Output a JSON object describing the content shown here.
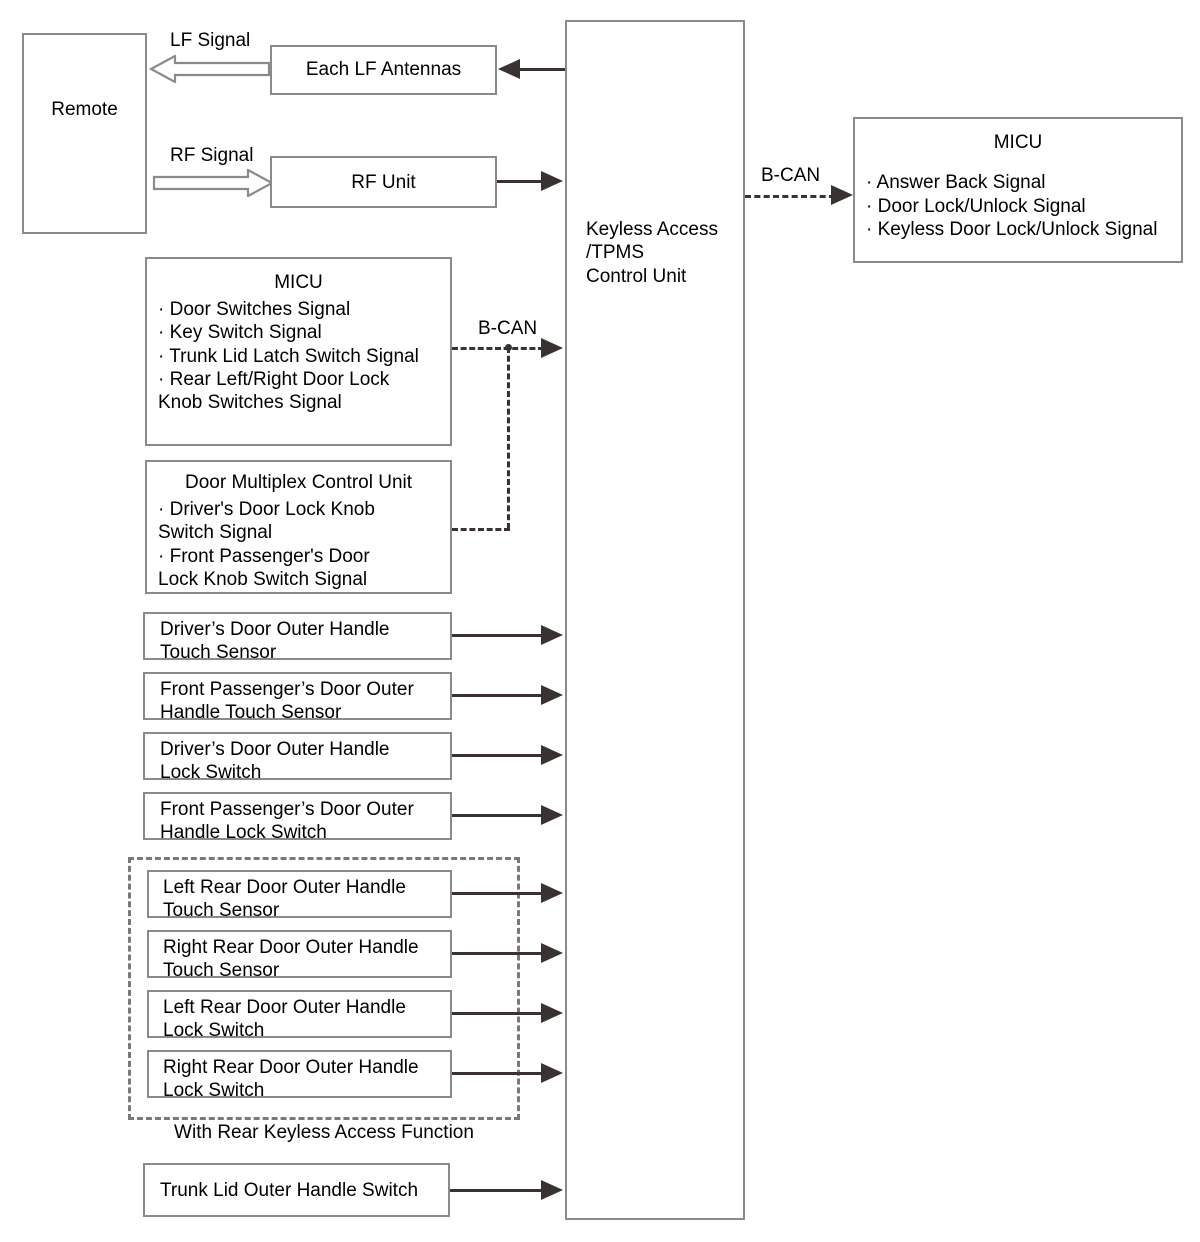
{
  "diagram": {
    "title": "Keyless Access System Block Diagram",
    "type": "block-diagram",
    "colors": {
      "box_border": "#8a8a8a",
      "line": "#3a3230",
      "dashed_group": "#7d7876",
      "background": "#ffffff"
    },
    "nodes": {
      "remote": {
        "label": "Remote"
      },
      "lf_antennas": {
        "label": "Each LF Antennas"
      },
      "rf_unit": {
        "label": "RF Unit"
      },
      "control_unit": {
        "label": "Keyless Access\n/TPMS\nControl Unit"
      },
      "micu_right": {
        "title": "MICU",
        "signals": [
          "· Answer Back Signal",
          "· Door Lock/Unlock Signal",
          "· Keyless Door Lock/Unlock Signal"
        ]
      },
      "micu_left": {
        "title": "MICU",
        "signals": "· Door Switches Signal\n· Key Switch Signal\n· Trunk Lid Latch Switch Signal\n· Rear Left/Right Door Lock\nKnob Switches Signal"
      },
      "door_multiplex": {
        "title": "Door Multiplex Control Unit",
        "signals": "· Driver's Door Lock Knob\nSwitch Signal\n· Front Passenger's Door\nLock Knob Switch Signal"
      },
      "sensors": [
        {
          "label": "  Driver’s Door Outer Handle\nTouch Sensor"
        },
        {
          "label": "Front Passenger’s Door Outer\nHandle Touch Sensor"
        },
        {
          "label": "  Driver’s Door Outer Handle\nLock Switch"
        },
        {
          "label": "Front Passenger’s Door Outer\nHandle Lock Switch"
        }
      ],
      "rear_sensors": [
        {
          "label": "  Left Rear Door Outer Handle\nTouch Sensor"
        },
        {
          "label": "Right Rear Door Outer Handle\nTouch Sensor"
        },
        {
          "label": "  Left Rear Door Outer Handle\nLock Switch"
        },
        {
          "label": "Right Rear Door Outer Handle\nLock Switch"
        }
      ],
      "rear_group_caption": "With Rear Keyless Access Function",
      "trunk_switch": {
        "label": "Trunk Lid Outer Handle Switch"
      }
    },
    "edge_labels": {
      "lf_signal": "LF Signal",
      "rf_signal": "RF Signal",
      "bcan_right": "B-CAN",
      "bcan_left": "B-CAN"
    }
  }
}
